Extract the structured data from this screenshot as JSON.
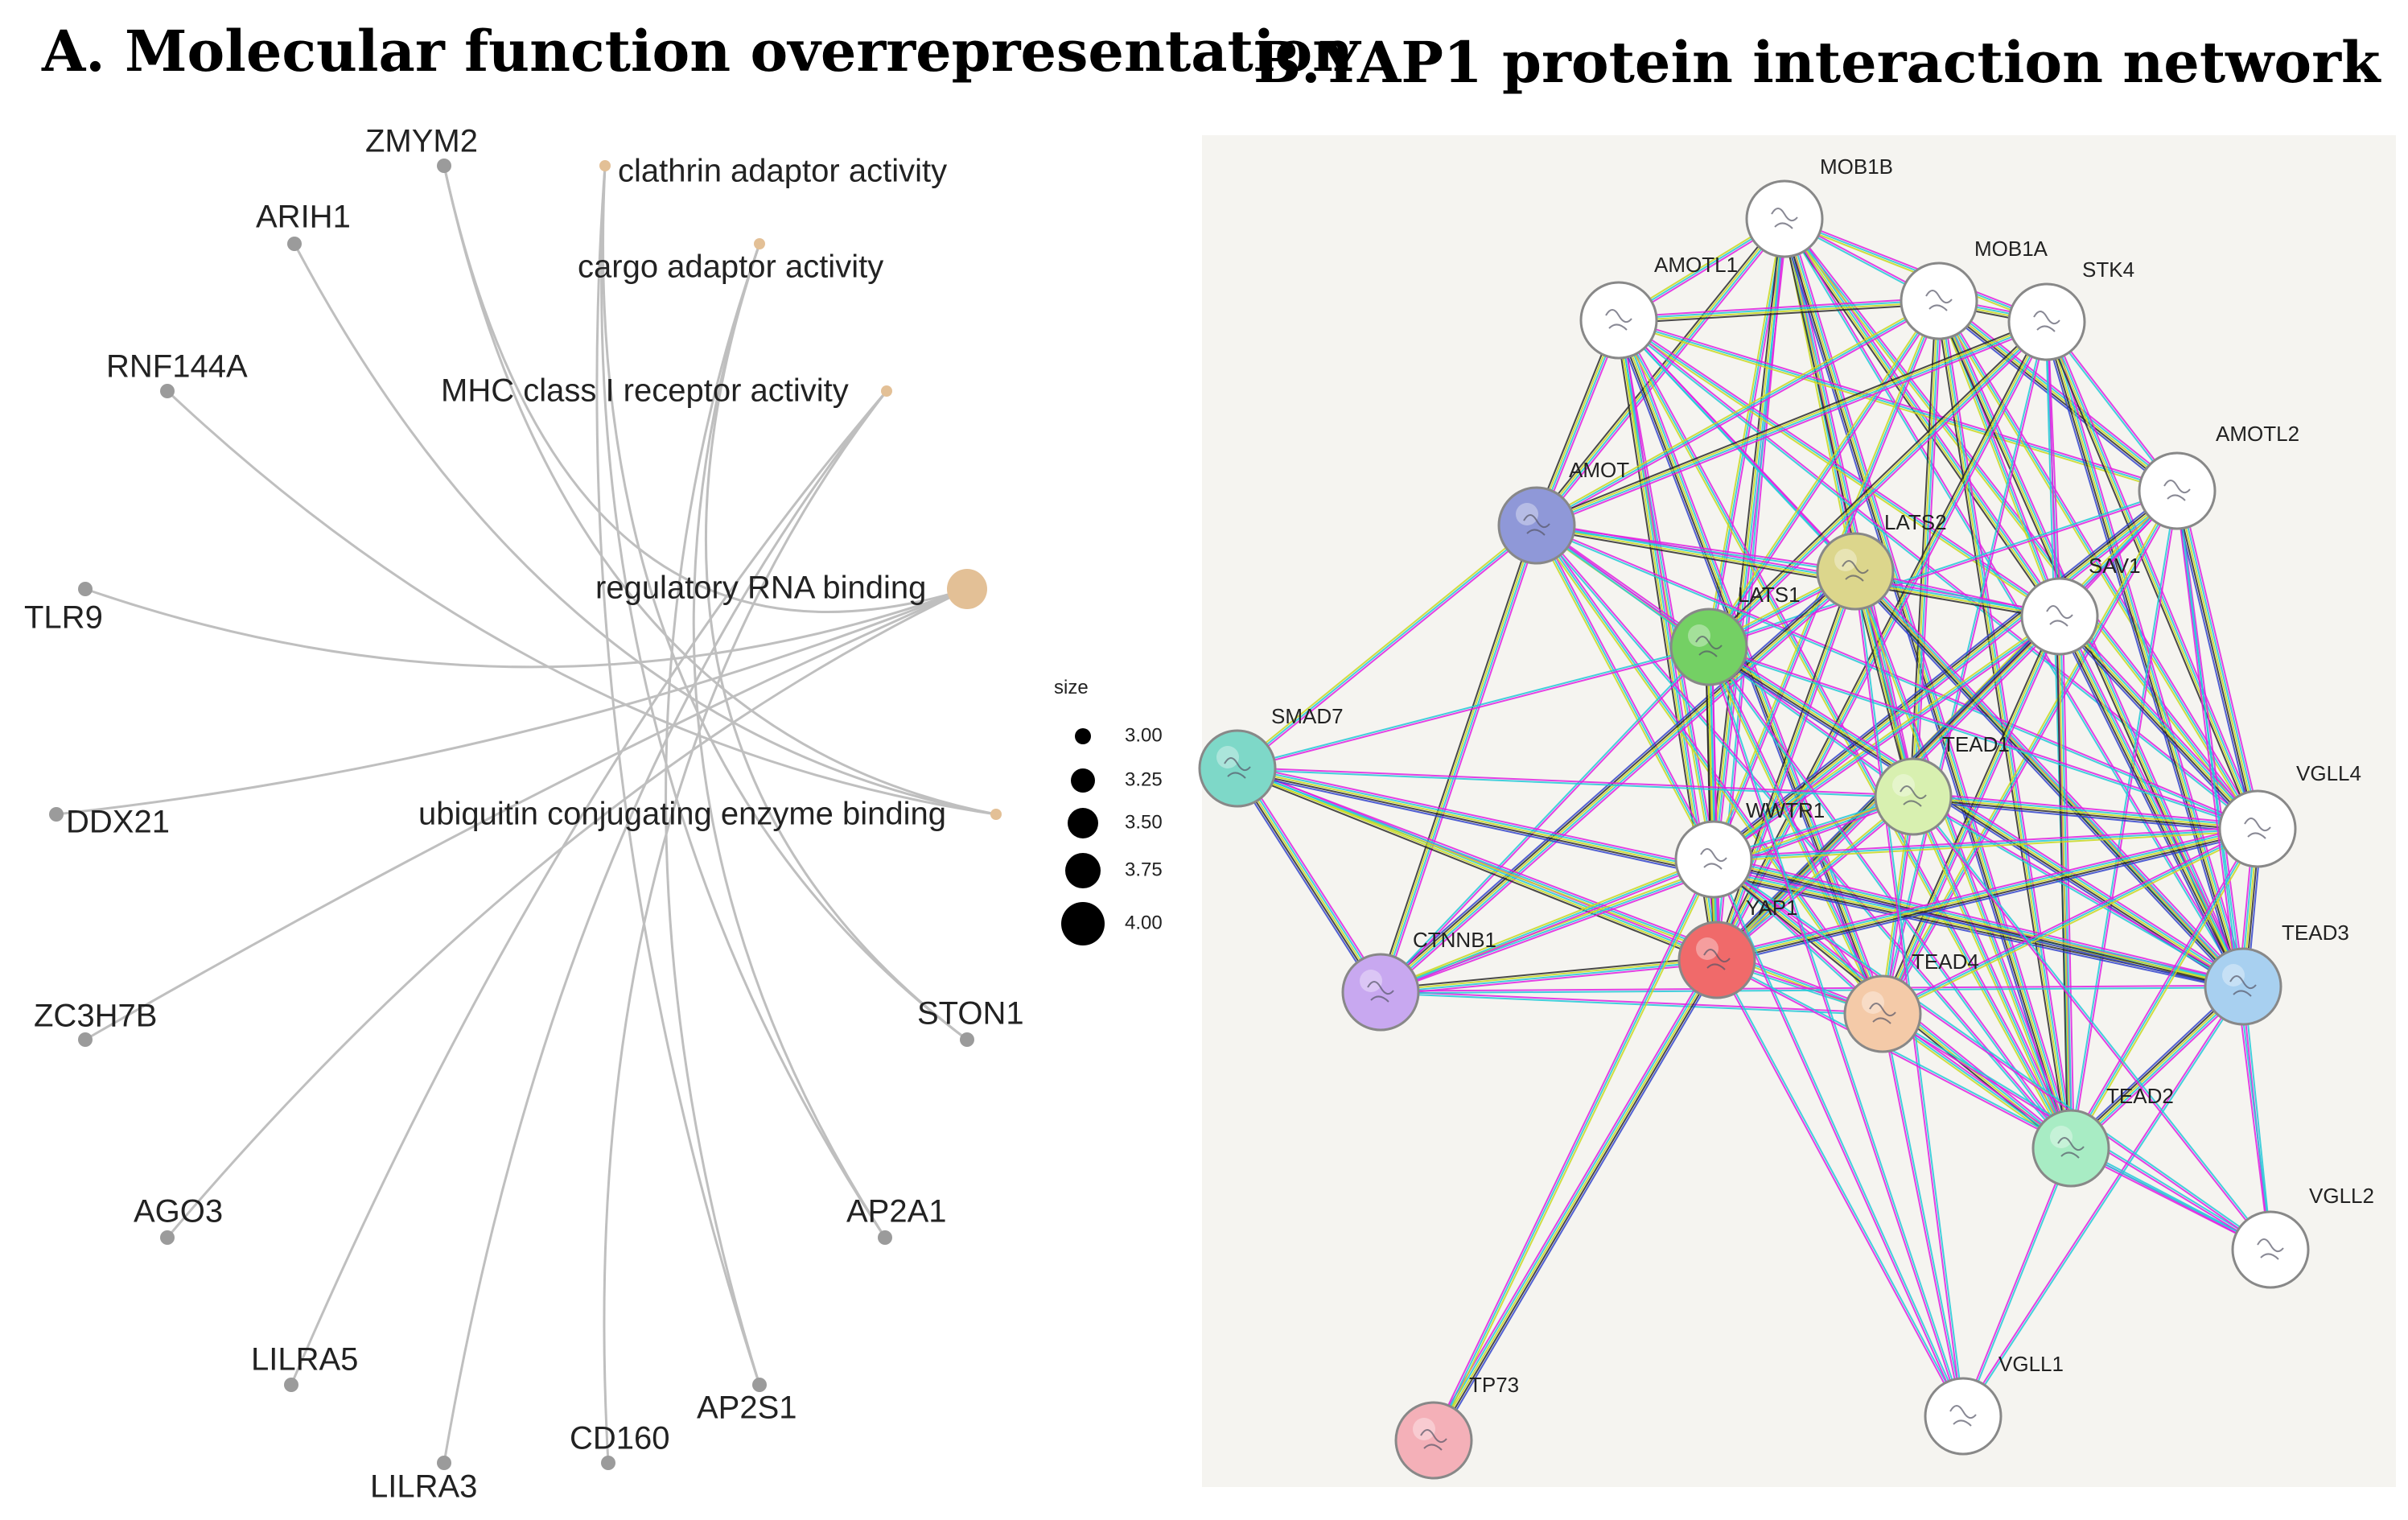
{
  "panel_a": {
    "title": "A. Molecular function overrepresentation",
    "category_color": "#e3c096",
    "gene_color": "#9b9b9b",
    "edge_color": "#bfbfbf",
    "categories": [
      {
        "id": "c1",
        "label": "clathrin adaptor activity",
        "size": 3.0
      },
      {
        "id": "c2",
        "label": "cargo adaptor activity",
        "size": 3.0
      },
      {
        "id": "c3",
        "label": "MHC class I receptor activity",
        "size": 3.0
      },
      {
        "id": "c4",
        "label": "regulatory RNA binding",
        "size": 4.0
      },
      {
        "id": "c5",
        "label": "ubiquitin conjugating enzyme binding",
        "size": 3.0
      }
    ],
    "genes": [
      {
        "id": "g1",
        "label": "ZMYM2"
      },
      {
        "id": "g2",
        "label": "ARIH1"
      },
      {
        "id": "g3",
        "label": "RNF144A"
      },
      {
        "id": "g4",
        "label": "TLR9"
      },
      {
        "id": "g5",
        "label": "DDX21"
      },
      {
        "id": "g6",
        "label": "ZC3H7B"
      },
      {
        "id": "g7",
        "label": "AGO3"
      },
      {
        "id": "g8",
        "label": "LILRA5"
      },
      {
        "id": "g9",
        "label": "LILRA3"
      },
      {
        "id": "g10",
        "label": "CD160"
      },
      {
        "id": "g11",
        "label": "AP2S1"
      },
      {
        "id": "g12",
        "label": "AP2A1"
      },
      {
        "id": "g13",
        "label": "STON1"
      }
    ],
    "edges": [
      [
        "c5",
        "g1"
      ],
      [
        "c5",
        "g2"
      ],
      [
        "c5",
        "g3"
      ],
      [
        "c4",
        "g4"
      ],
      [
        "c4",
        "g5"
      ],
      [
        "c4",
        "g6"
      ],
      [
        "c4",
        "g7"
      ],
      [
        "c4",
        "g1"
      ],
      [
        "c3",
        "g8"
      ],
      [
        "c3",
        "g9"
      ],
      [
        "c3",
        "g10"
      ],
      [
        "c1",
        "g11"
      ],
      [
        "c1",
        "g12"
      ],
      [
        "c1",
        "g13"
      ],
      [
        "c2",
        "g11"
      ],
      [
        "c2",
        "g12"
      ],
      [
        "c2",
        "g13"
      ]
    ],
    "legend": {
      "title": "size",
      "items": [
        "3.00",
        "3.25",
        "3.50",
        "3.75",
        "4.00"
      ]
    }
  },
  "panel_b": {
    "title": "B.YAP1 protein interaction network",
    "background": "#f5f4f0",
    "edge_colors": [
      "#e020e0",
      "#22c8d8",
      "#c8d820",
      "#2a2a2a",
      "#3344cc",
      "#7a9a3a"
    ],
    "nodes": [
      {
        "id": "MOB1B",
        "label": "MOB1B",
        "color": "#ffffff"
      },
      {
        "id": "AMOTL1",
        "label": "AMOTL1",
        "color": "#ffffff"
      },
      {
        "id": "MOB1A",
        "label": "MOB1A",
        "color": "#ffffff"
      },
      {
        "id": "STK4",
        "label": "STK4",
        "color": "#ffffff"
      },
      {
        "id": "AMOTL2",
        "label": "AMOTL2",
        "color": "#ffffff"
      },
      {
        "id": "AMOT",
        "label": "AMOT",
        "color": "#8f98d8"
      },
      {
        "id": "LATS2",
        "label": "LATS2",
        "color": "#dcd68c"
      },
      {
        "id": "SAV1",
        "label": "SAV1",
        "color": "#ffffff"
      },
      {
        "id": "LATS1",
        "label": "LATS1",
        "color": "#74d064"
      },
      {
        "id": "SMAD7",
        "label": "SMAD7",
        "color": "#7ed8c8"
      },
      {
        "id": "TEAD1",
        "label": "TEAD1",
        "color": "#d8f0b0"
      },
      {
        "id": "WWTR1",
        "label": "WWTR1",
        "color": "#ffffff"
      },
      {
        "id": "VGLL4",
        "label": "VGLL4",
        "color": "#ffffff"
      },
      {
        "id": "YAP1",
        "label": "YAP1",
        "color": "#f06a6a"
      },
      {
        "id": "CTNNB1",
        "label": "CTNNB1",
        "color": "#c8a8f0"
      },
      {
        "id": "TEAD4",
        "label": "TEAD4",
        "color": "#f4caa8"
      },
      {
        "id": "TEAD3",
        "label": "TEAD3",
        "color": "#a8d0f0"
      },
      {
        "id": "TEAD2",
        "label": "TEAD2",
        "color": "#a8ecc4"
      },
      {
        "id": "VGLL2",
        "label": "VGLL2",
        "color": "#ffffff"
      },
      {
        "id": "VGLL1",
        "label": "VGLL1",
        "color": "#ffffff"
      },
      {
        "id": "TP73",
        "label": "TP73",
        "color": "#f4b0b8"
      }
    ]
  }
}
